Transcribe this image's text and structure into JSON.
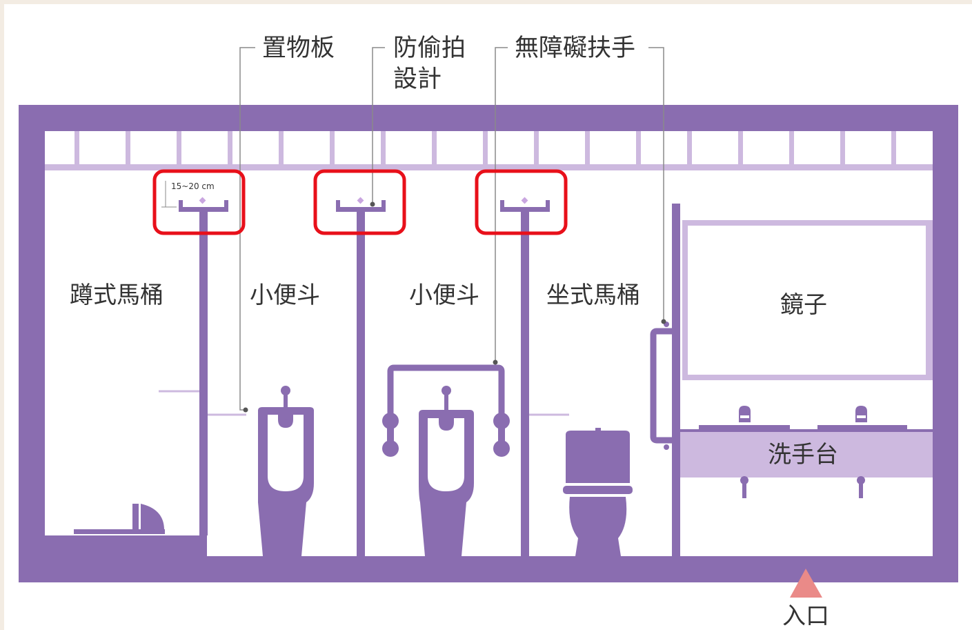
{
  "callouts": {
    "shelf": "置物板",
    "anti_peep_line1": "防偷拍",
    "anti_peep_line2": "設計",
    "handrail": "無障礙扶手"
  },
  "dimension": "15~20 cm",
  "rooms": {
    "squat_toilet": "蹲式馬桶",
    "urinal_1": "小便斗",
    "urinal_2": "小便斗",
    "western_toilet": "坐式馬桶",
    "mirror": "鏡子",
    "sink": "洗手台"
  },
  "entrance": "入口",
  "colors": {
    "wall": "#8a6db0",
    "wall_light": "#cdb9df",
    "highlight": "#e8101a",
    "entrance_arrow": "#ea8a88",
    "background": "#f3ece3"
  }
}
